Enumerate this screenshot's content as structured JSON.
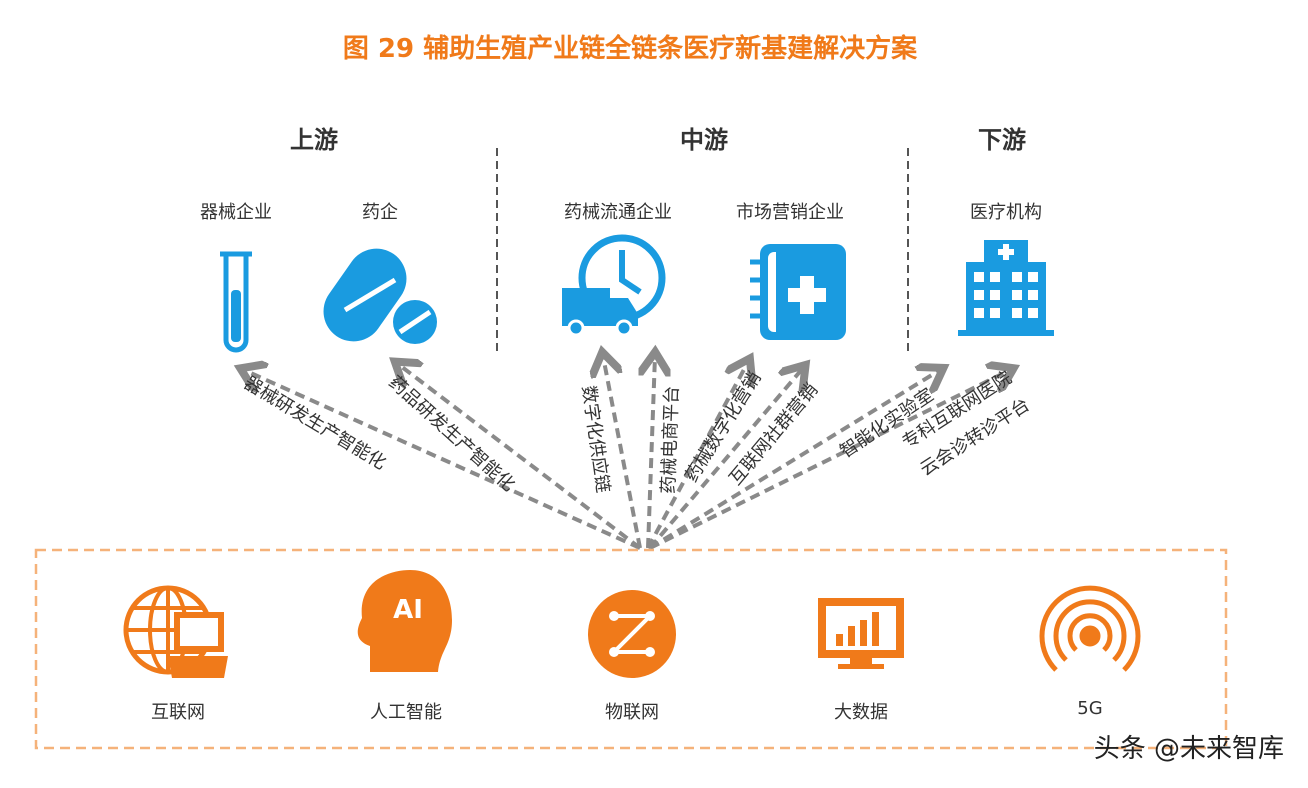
{
  "title": "图 29  辅助生殖产业链全链条医疗新基建解决方案",
  "colors": {
    "blue": "#1a9be0",
    "orange": "#f07a1a",
    "arrow": "#8a8a8a"
  },
  "sections": [
    {
      "label": "上游",
      "items": [
        {
          "label": "器械企业",
          "icon": "test-tube-icon"
        },
        {
          "label": "药企",
          "icon": "pill-icon"
        }
      ]
    },
    {
      "label": "中游",
      "items": [
        {
          "label": "药械流通企业",
          "icon": "delivery-truck-clock-icon"
        },
        {
          "label": "市场营销企业",
          "icon": "medical-notebook-icon"
        }
      ]
    },
    {
      "label": "下游",
      "items": [
        {
          "label": "医疗机构",
          "icon": "hospital-icon"
        }
      ]
    }
  ],
  "arrows": [
    "器械研发生产智能化",
    "药品研发生产智能化",
    "数字化供应链",
    "药械电商平台",
    "药械数字化营销",
    "互联网社群营销",
    "智能化实验室",
    "专科互联网医院",
    "云会诊转诊平台"
  ],
  "technologies": [
    {
      "label": "互联网",
      "icon": "globe-laptop-icon"
    },
    {
      "label": "人工智能",
      "icon": "ai-head-icon"
    },
    {
      "label": "物联网",
      "icon": "iot-icon"
    },
    {
      "label": "大数据",
      "icon": "bar-chart-monitor-icon"
    },
    {
      "label": "5G",
      "icon": "signal-icon"
    }
  ],
  "watermark": "头条 @未来智库"
}
